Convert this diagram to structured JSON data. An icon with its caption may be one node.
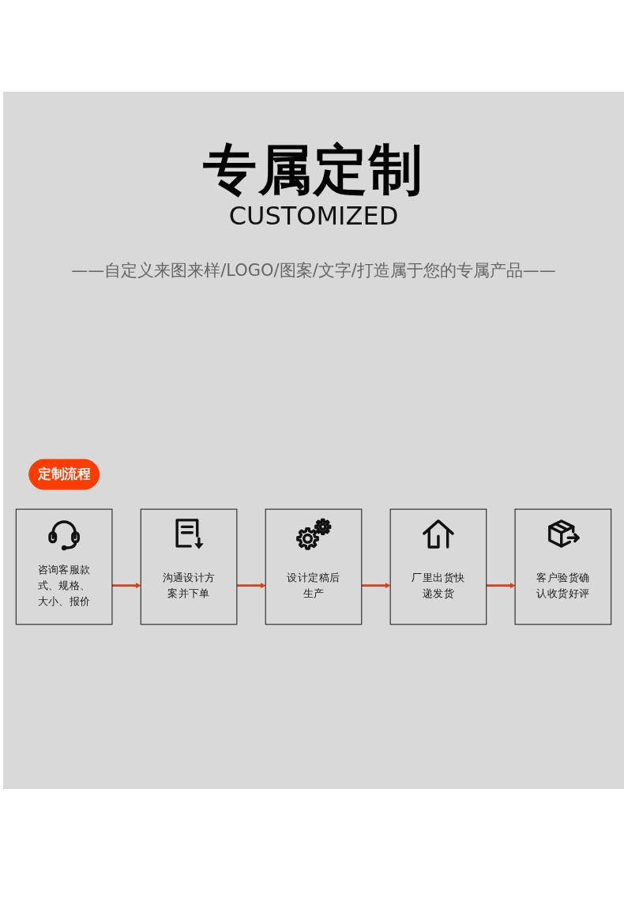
{
  "diagram": {
    "title": "专属定制",
    "nodes": [
      {
        "text": [
          "定制流程"
        ]
      },
      {
        "text": [
          "咨询客服款式、规格、大小、报价"
        ]
      },
      {
        "text": [
          "沟通设计方案并下单"
        ]
      },
      {
        "text": [
          "设计定稿后生产"
        ]
      },
      {
        "text": [
          "客户验货确认收货好评"
        ]
      },
      {
        "text": [
          "厂里出货快递发货"
        ]
      }
    ],
    "edges": [
      {
        "from": 1,
        "to": 2,
        "arrow": "to"
      },
      {
        "from": 2,
        "to": 3,
        "arrow": "to"
      },
      {
        "from": 3,
        "to": 5,
        "arrow": "to"
      },
      {
        "from": 5,
        "to": 4,
        "arrow": "to"
      }
    ],
    "labels": [
      "CUSTOMIZED",
      "——自定义来图来样/LOGO/图案/文字/打造属于您的专属产品——"
    ]
  }
}
